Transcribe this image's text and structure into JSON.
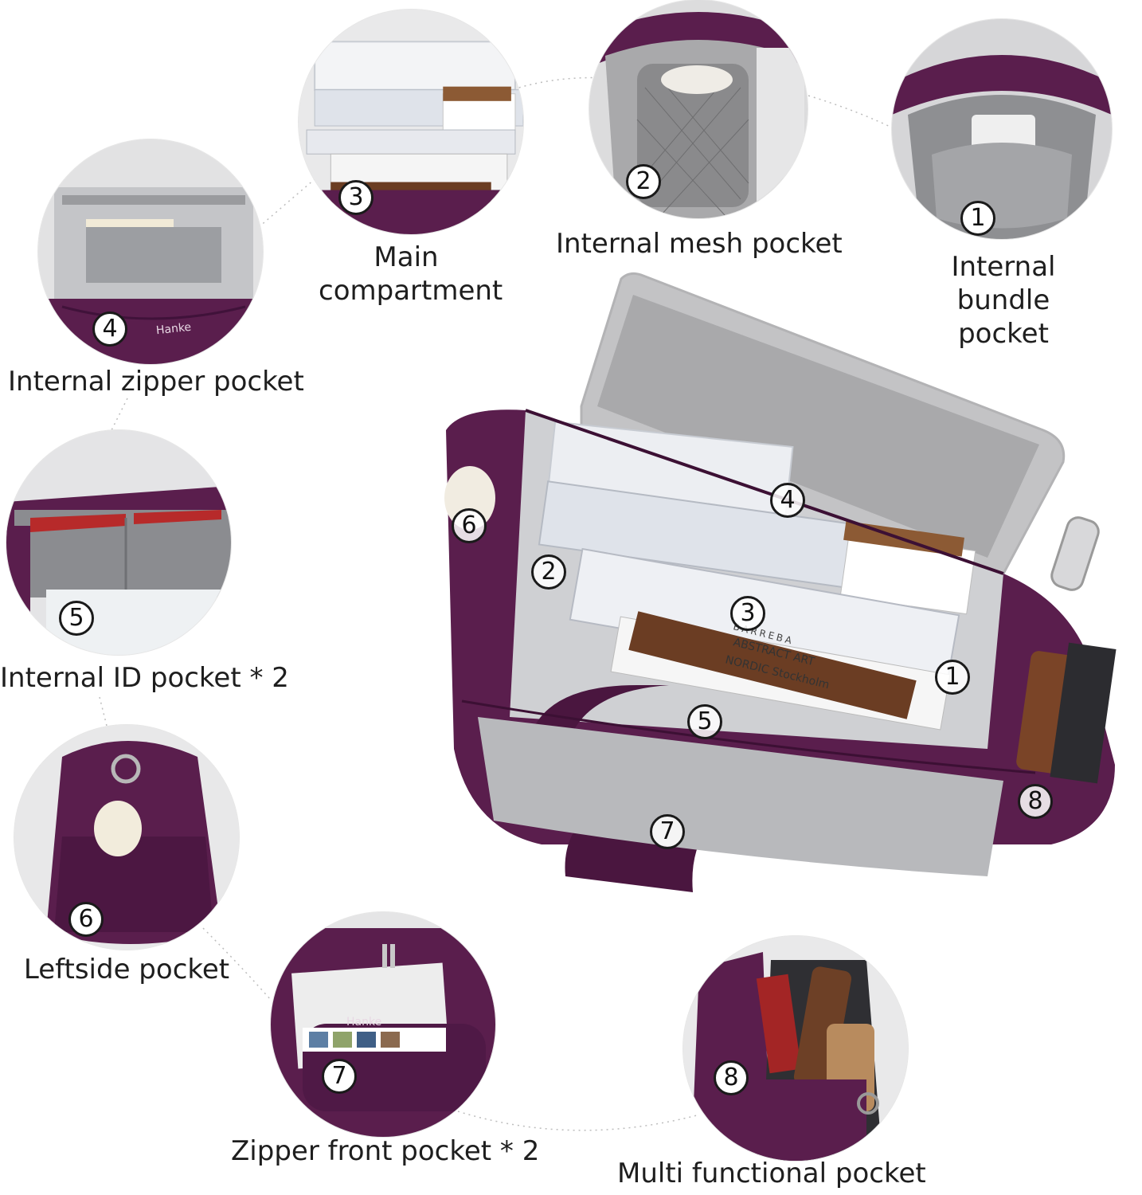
{
  "features": [
    {
      "num": "1",
      "label": "Internal bundle\npocket"
    },
    {
      "num": "2",
      "label": "Internal mesh pocket"
    },
    {
      "num": "3",
      "label": "Main\ncompartment"
    },
    {
      "num": "4",
      "label": "Internal zipper pocket"
    },
    {
      "num": "5",
      "label": "Internal ID pocket * 2"
    },
    {
      "num": "6",
      "label": "Leftside pocket"
    },
    {
      "num": "7",
      "label": "Zipper front pocket * 2"
    },
    {
      "num": "8",
      "label": "Multi functional pocket"
    }
  ],
  "hero_markers": [
    "4",
    "6",
    "2",
    "3",
    "1",
    "5",
    "8",
    "7"
  ],
  "brand": {
    "logo_text": "Hanke"
  },
  "book_texts": {
    "line1": "ABSTRACT ART",
    "line2": "NORDIC Stockholm",
    "line3": "BARREBA"
  },
  "colors": {
    "bag_purple": "#5a1e4d",
    "bag_purple_dark": "#40123a",
    "lining_gray": "#c9c9cb",
    "lining_light": "#e4e4e6"
  }
}
